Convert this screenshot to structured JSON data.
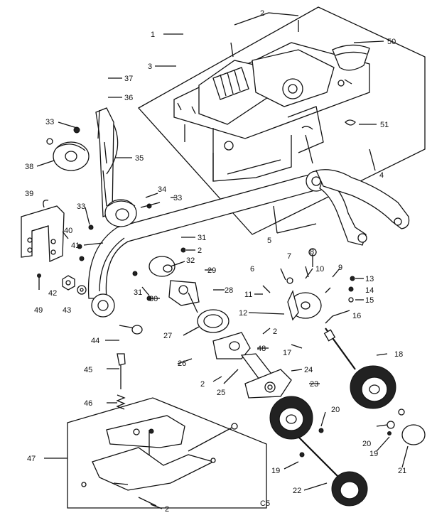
{
  "figure_code": "C5",
  "callouts": [
    {
      "id": "c1",
      "label": "1"
    },
    {
      "id": "c2a",
      "label": "2"
    },
    {
      "id": "c3",
      "label": "3"
    },
    {
      "id": "c50",
      "label": "50"
    },
    {
      "id": "c37",
      "label": "37"
    },
    {
      "id": "c36",
      "label": "36"
    },
    {
      "id": "c33a",
      "label": "33"
    },
    {
      "id": "c51",
      "label": "51"
    },
    {
      "id": "c38",
      "label": "38"
    },
    {
      "id": "c35",
      "label": "35"
    },
    {
      "id": "c4",
      "label": "4"
    },
    {
      "id": "c39",
      "label": "39"
    },
    {
      "id": "c34",
      "label": "34"
    },
    {
      "id": "c33b",
      "label": "33"
    },
    {
      "id": "c33c",
      "label": "33"
    },
    {
      "id": "c40",
      "label": "40"
    },
    {
      "id": "c5",
      "label": "5"
    },
    {
      "id": "c41",
      "label": "41"
    },
    {
      "id": "c31a",
      "label": "31"
    },
    {
      "id": "c2b",
      "label": "2"
    },
    {
      "id": "c32",
      "label": "32"
    },
    {
      "id": "c7",
      "label": "7"
    },
    {
      "id": "c8",
      "label": "8"
    },
    {
      "id": "c6",
      "label": "6"
    },
    {
      "id": "c10",
      "label": "10"
    },
    {
      "id": "c9",
      "label": "9"
    },
    {
      "id": "c13",
      "label": "13"
    },
    {
      "id": "c29",
      "label": "29"
    },
    {
      "id": "c31b",
      "label": "31"
    },
    {
      "id": "c42",
      "label": "42"
    },
    {
      "id": "c14",
      "label": "14"
    },
    {
      "id": "c30",
      "label": "30"
    },
    {
      "id": "c28",
      "label": "28"
    },
    {
      "id": "c11",
      "label": "11"
    },
    {
      "id": "c15",
      "label": "15"
    },
    {
      "id": "c43",
      "label": "43"
    },
    {
      "id": "c49",
      "label": "49"
    },
    {
      "id": "c12",
      "label": "12"
    },
    {
      "id": "c16",
      "label": "16"
    },
    {
      "id": "c27",
      "label": "27"
    },
    {
      "id": "c44",
      "label": "44"
    },
    {
      "id": "c2c",
      "label": "2"
    },
    {
      "id": "c48",
      "label": "48"
    },
    {
      "id": "c17",
      "label": "17"
    },
    {
      "id": "c18",
      "label": "18"
    },
    {
      "id": "c26",
      "label": "26"
    },
    {
      "id": "c45",
      "label": "45"
    },
    {
      "id": "c24",
      "label": "24"
    },
    {
      "id": "c2d",
      "label": "2"
    },
    {
      "id": "c25",
      "label": "25"
    },
    {
      "id": "c23",
      "label": "23"
    },
    {
      "id": "c46",
      "label": "46"
    },
    {
      "id": "c20a",
      "label": "20"
    },
    {
      "id": "c20b",
      "label": "20"
    },
    {
      "id": "c47",
      "label": "47"
    },
    {
      "id": "c19a",
      "label": "19"
    },
    {
      "id": "c19b",
      "label": "19"
    },
    {
      "id": "c21",
      "label": "21"
    },
    {
      "id": "c22",
      "label": "22"
    },
    {
      "id": "c2e",
      "label": "2"
    }
  ]
}
